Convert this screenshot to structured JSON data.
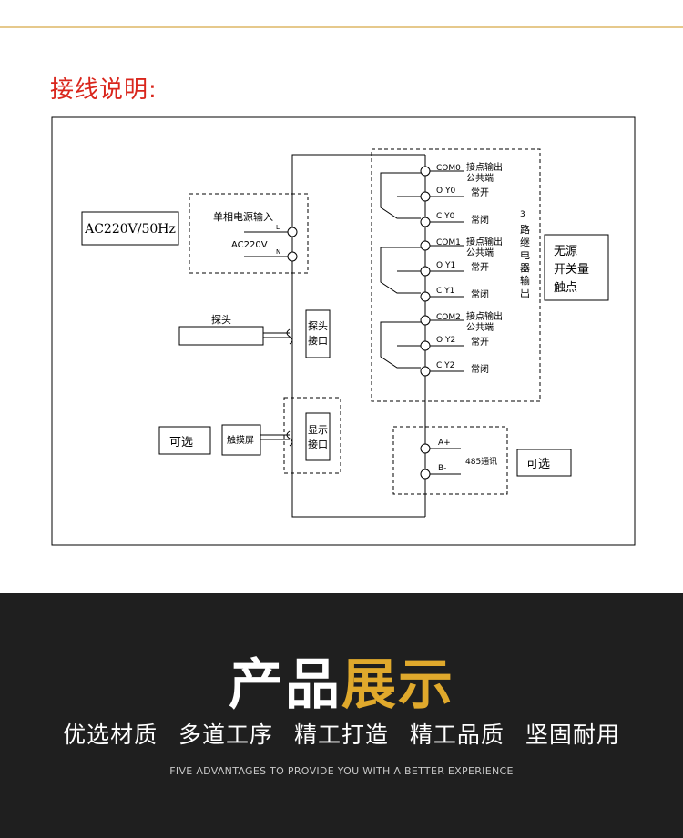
{
  "header": {
    "title": "接线说明:"
  },
  "diagram": {
    "power_label": "AC220V/50Hz",
    "power_input_title": "单相电源输入",
    "power_input_voltage": "AC220V",
    "terminal_L": "L",
    "terminal_N": "N",
    "probe_label": "探头",
    "probe_port_line1": "探头",
    "probe_port_line2": "接口",
    "display_port_line1": "显示",
    "display_port_line2": "接口",
    "touchscreen_label": "触摸屏",
    "optional_label": "可选",
    "relay_group_title": [
      "3",
      "路",
      "继",
      "电",
      "器",
      "输",
      "出"
    ],
    "relay_channels": [
      {
        "com": "COM0",
        "com_desc_1": "接点输出",
        "com_desc_2": "公共端",
        "no": "O Y0",
        "no_desc": "常开",
        "nc": "C Y0",
        "nc_desc": "常闭"
      },
      {
        "com": "COM1",
        "com_desc_1": "接点输出",
        "com_desc_2": "公共端",
        "no": "O Y1",
        "no_desc": "常开",
        "nc": "C Y1",
        "nc_desc": "常闭"
      },
      {
        "com": "COM2",
        "com_desc_1": "接点输出",
        "com_desc_2": "公共端",
        "no": "O Y2",
        "no_desc": "常开",
        "nc": "C Y2",
        "nc_desc": "常闭"
      }
    ],
    "passive_contact": [
      "无源",
      "开关量",
      "触点"
    ],
    "rs485_a": "A+",
    "rs485_b": "B-",
    "rs485_label": "485通讯",
    "rs485_optional": "可选"
  },
  "footer": {
    "title_white": "产品",
    "title_gold": "展示",
    "subtitle": "优选材质 多道工序 精工打造 精工品质 坚固耐用",
    "english": "FIVE ADVANTAGES TO PROVIDE YOU WITH A BETTER EXPERIENCE"
  },
  "colors": {
    "title_red": "#d9261c",
    "accent_gold": "#e0a92c",
    "footer_bg": "#1f1f1f"
  }
}
